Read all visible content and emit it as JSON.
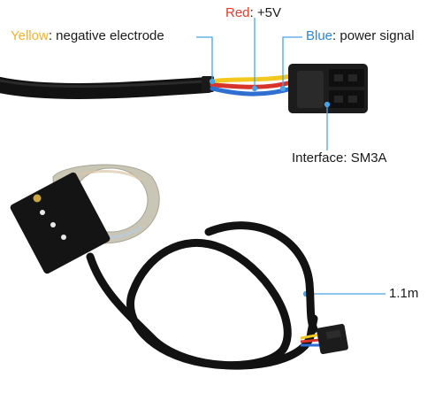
{
  "labels": {
    "yellow_word": "Yellow",
    "yellow_rest": ": negative electrode",
    "red_word": "Red",
    "red_rest": ": +5V",
    "blue_word": "Blue",
    "blue_rest": ": power signal",
    "interface": "Interface: SM3A",
    "length": "1.1m"
  },
  "colors": {
    "yellow_word": "#f2b233",
    "red_word": "#e23b2b",
    "blue_word": "#2b86d9",
    "text": "#1a1a1a",
    "cable": "#121212",
    "connector": "#1c1c1c",
    "leader_line": "#4aa3e6",
    "wire_yellow": "#f2c81f",
    "wire_red": "#d9342b",
    "wire_blue": "#2f6fd1",
    "sensor_plate": "#c9c6b6",
    "sensor_body": "#141414"
  }
}
